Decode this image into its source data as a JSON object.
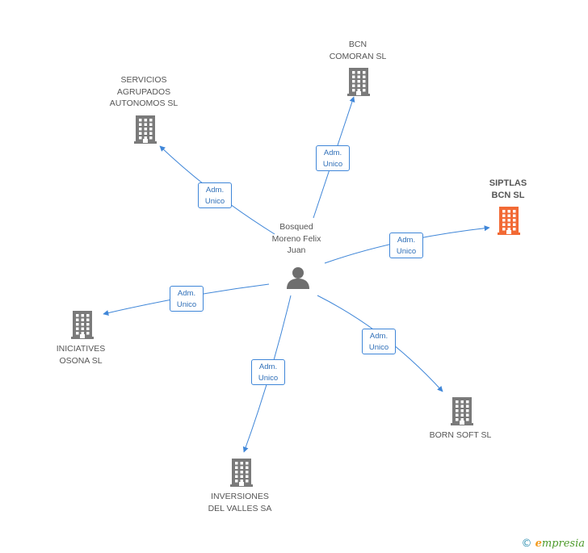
{
  "center": {
    "name_lines": [
      "Bosqued",
      "Moreno Felix",
      "Juan"
    ],
    "icon": "person-icon"
  },
  "edge_label": {
    "line1": "Adm.",
    "line2": "Unico"
  },
  "nodes": [
    {
      "id": "bcn-comoran",
      "lines": [
        "BCN",
        "COMORAN SL"
      ],
      "icon": "building-icon",
      "color": "#7a7a7a"
    },
    {
      "id": "servicios",
      "lines": [
        "SERVICIOS",
        "AGRUPADOS",
        "AUTONOMOS SL"
      ],
      "icon": "building-icon",
      "color": "#7a7a7a"
    },
    {
      "id": "siptlas",
      "lines": [
        "SIPTLAS",
        "BCN SL"
      ],
      "icon": "building-icon",
      "color": "#f26a35",
      "highlight": true
    },
    {
      "id": "iniciatives",
      "lines": [
        "INICIATIVES",
        "OSONA SL"
      ],
      "icon": "building-icon",
      "color": "#7a7a7a"
    },
    {
      "id": "born-soft",
      "lines": [
        "BORN SOFT SL"
      ],
      "icon": "building-icon",
      "color": "#7a7a7a"
    },
    {
      "id": "inversiones",
      "lines": [
        "INVERSIONES",
        "DEL VALLES SA"
      ],
      "icon": "building-icon",
      "color": "#7a7a7a"
    }
  ],
  "brand": {
    "copyright": "©",
    "initial": "e",
    "rest": "mpresia"
  },
  "colors": {
    "edge": "#3f86d8",
    "node": "#7a7a7a",
    "highlight": "#f26a35"
  }
}
